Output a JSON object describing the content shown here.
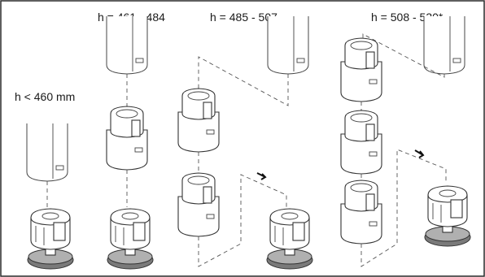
{
  "labels": {
    "h_lt_460": "h < 460 mm",
    "h_461_484": "h = 461 - 484",
    "h_485_507": "h = 485 - 507",
    "h_508_530": "h = 508 - 530*"
  },
  "colors": {
    "border": "#2a2a2a",
    "line": "#333333",
    "foot_pad": "#7a7a7a",
    "background": "#ffffff"
  },
  "icons": [
    "arrow-icon"
  ]
}
